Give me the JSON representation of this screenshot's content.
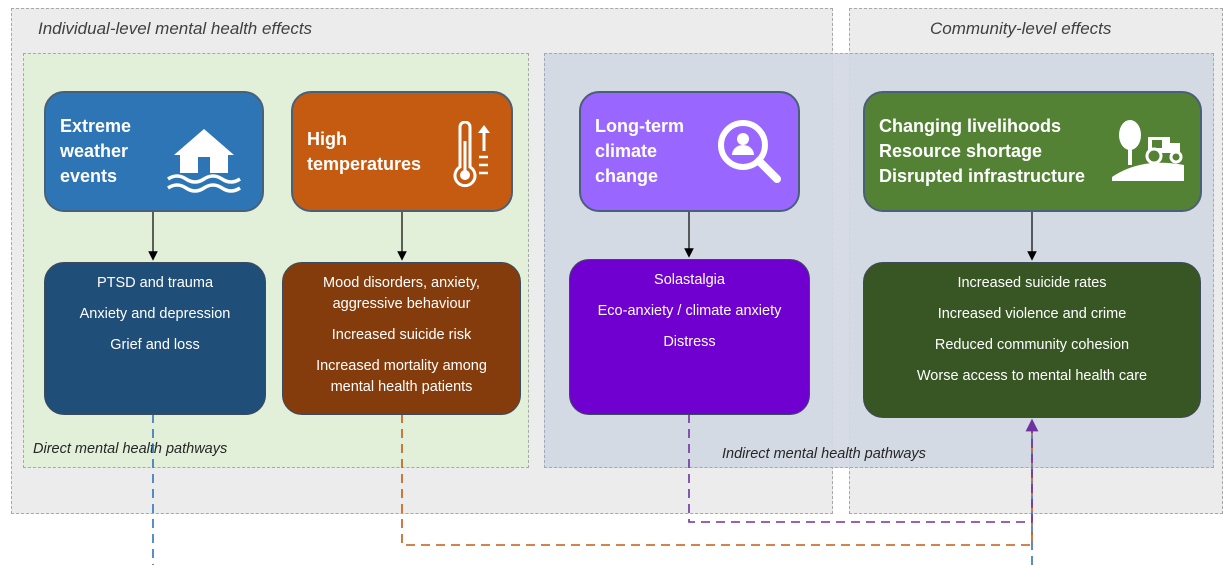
{
  "regions": {
    "individual_title": "Individual-level mental health effects",
    "community_title": "Community-level effects"
  },
  "areas": {
    "direct_label": "Direct mental health pathways",
    "indirect_label": "Indirect mental health pathways"
  },
  "causes": [
    {
      "label": "Extreme weather events",
      "lines": [
        "Extreme",
        "weather",
        "events"
      ],
      "color": "#2e75b6",
      "icon": "house-flood-icon"
    },
    {
      "label": "High temperatures",
      "lines": [
        "High",
        "temperatures"
      ],
      "color": "#c55a11",
      "icon": "thermometer-rising-icon"
    },
    {
      "label": "Long-term climate change",
      "lines": [
        "Long-term",
        "climate",
        "change"
      ],
      "color": "#9966ff",
      "icon": "magnifier-person-icon"
    },
    {
      "label": "Changing livelihoods, resource shortage, disrupted infrastructure",
      "lines": [
        "Changing livelihoods",
        "Resource shortage",
        "Disrupted infrastructure"
      ],
      "color": "#548235",
      "icon": "tree-tractor-icon"
    }
  ],
  "effects": [
    {
      "color": "#1f4e79",
      "items": [
        "PTSD and trauma",
        "Anxiety and depression",
        "Grief and loss"
      ]
    },
    {
      "color": "#843c0c",
      "items": [
        "Mood disorders, anxiety, aggressive behaviour",
        "Increased suicide risk",
        "Increased mortality among mental health patients"
      ]
    },
    {
      "color": "#7000d0",
      "items": [
        "Solastalgia",
        "Eco-anxiety / climate anxiety",
        "Distress"
      ]
    },
    {
      "color": "#375623",
      "items": [
        "Increased suicide rates",
        "Increased violence and crime",
        "Reduced community cohesion",
        "Worse access to mental health care"
      ]
    }
  ],
  "connector_colors": {
    "blue": "#2e75b6",
    "orange": "#c55a11",
    "purple": "#7030a0"
  }
}
